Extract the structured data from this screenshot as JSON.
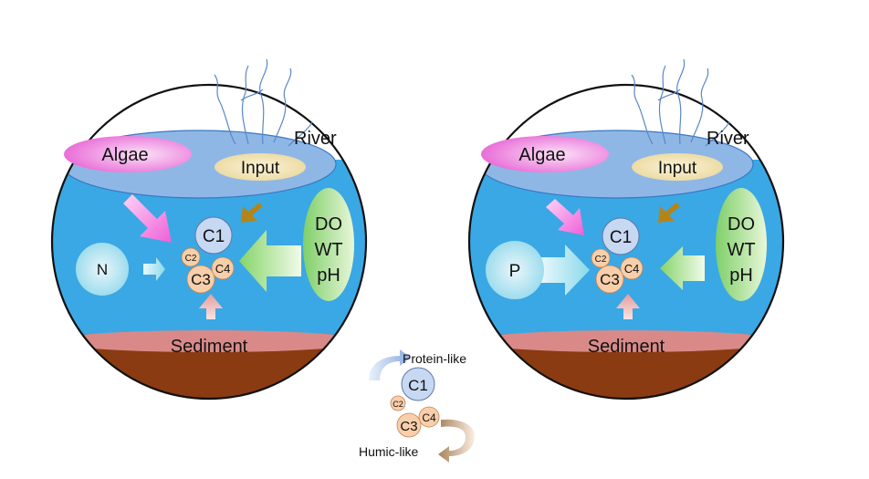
{
  "left_panel": {
    "algae": "Algae",
    "input": "Input",
    "river": "River",
    "nutrient": "N",
    "factors": [
      "DO",
      "WT",
      "pH"
    ],
    "sediment": "Sediment",
    "components": {
      "c1": "C1",
      "c2": "C2",
      "c3": "C3",
      "c4": "C4"
    }
  },
  "right_panel": {
    "algae": "Algae",
    "input": "Input",
    "river": "River",
    "nutrient": "P",
    "factors": [
      "DO",
      "WT",
      "pH"
    ],
    "sediment": "Sediment",
    "components": {
      "c1": "C1",
      "c2": "C2",
      "c3": "C3",
      "c4": "C4"
    }
  },
  "legend": {
    "protein": "Protein-like",
    "humic": "Humic-like",
    "components": {
      "c1": "C1",
      "c2": "C2",
      "c3": "C3",
      "c4": "C4"
    }
  },
  "colors": {
    "water": "#3aa8e4",
    "surface": "#8fb7e6",
    "algae": "#e95fd6",
    "input": "#f1e3b3",
    "sediment_top": "#d98a88",
    "sediment_body": "#8a3b12",
    "factor_box": "#8fd37a",
    "c1": "#c7d8f2",
    "c_small": "#f8cfaa"
  }
}
